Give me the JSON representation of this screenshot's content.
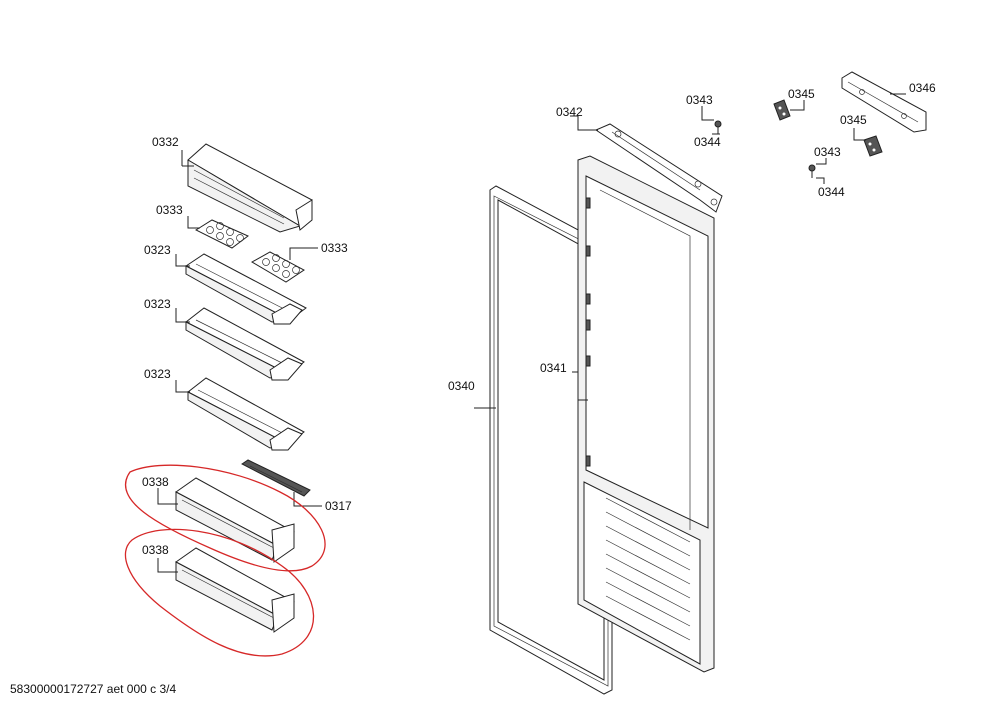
{
  "footer": {
    "doc_id": "58300000172727 aet 000 c 3/4"
  },
  "colors": {
    "highlight": "#d62828",
    "line": "#222222"
  },
  "labels": {
    "p0332": "0332",
    "p0333_a": "0333",
    "p0333_b": "0333",
    "p0323_a": "0323",
    "p0323_b": "0323",
    "p0323_c": "0323",
    "p0338_a": "0338",
    "p0338_b": "0338",
    "p0317": "0317",
    "p0340": "0340",
    "p0341": "0341",
    "p0342": "0342",
    "p0343_a": "0343",
    "p0344_a": "0344",
    "p0345_a": "0345",
    "p0346": "0346",
    "p0345_b": "0345",
    "p0343_b": "0343",
    "p0344_b": "0344"
  }
}
